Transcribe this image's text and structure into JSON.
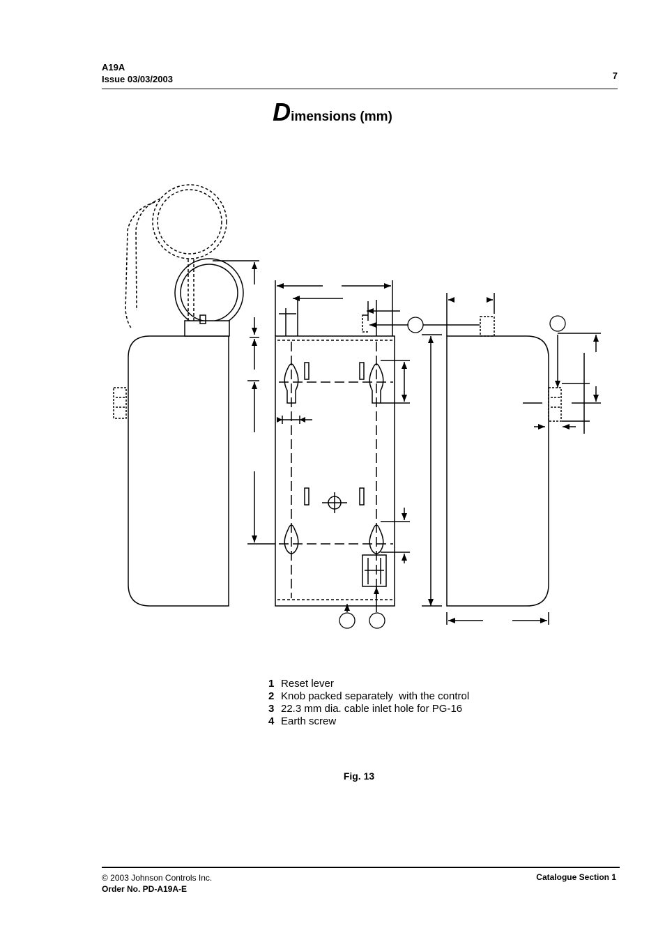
{
  "header": {
    "doc_code": "A19A",
    "issue": "Issue 03/03/2003",
    "page_number": "7"
  },
  "title": {
    "initial": "D",
    "rest": "imensions (mm)"
  },
  "legend": [
    {
      "num": "1",
      "text": "Reset lever"
    },
    {
      "num": "2",
      "text": "Knob packed separately  with the control"
    },
    {
      "num": "3",
      "text": "22.3 mm dia. cable inlet hole for PG-16"
    },
    {
      "num": "4",
      "text": "Earth screw"
    }
  ],
  "caption": "Fig. 13",
  "footer": {
    "copyright": "© 2003 Johnson Controls Inc.",
    "order_no": "Order No. PD-A19A-E",
    "section": "Catalogue Section 1"
  }
}
